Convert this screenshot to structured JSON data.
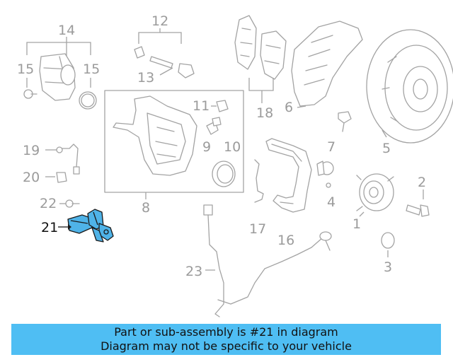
{
  "labels": {
    "n1": "1",
    "n2": "2",
    "n3": "3",
    "n4": "4",
    "n5": "5",
    "n6": "6",
    "n7": "7",
    "n8": "8",
    "n9": "9",
    "n10": "10",
    "n11": "11",
    "n12": "12",
    "n13": "13",
    "n14": "14",
    "n15a": "15",
    "n15b": "15",
    "n16": "16",
    "n17": "17",
    "n18": "18",
    "n19": "19",
    "n20": "20",
    "n21": "21",
    "n22": "22",
    "n23": "23"
  },
  "highlight": {
    "part_number": "21",
    "color": "#4fb3e8"
  },
  "banner": {
    "line1": "Part or sub-assembly is #21 in diagram",
    "line2": "Diagram may not be specific to your vehicle",
    "color": "#4fbef3"
  }
}
